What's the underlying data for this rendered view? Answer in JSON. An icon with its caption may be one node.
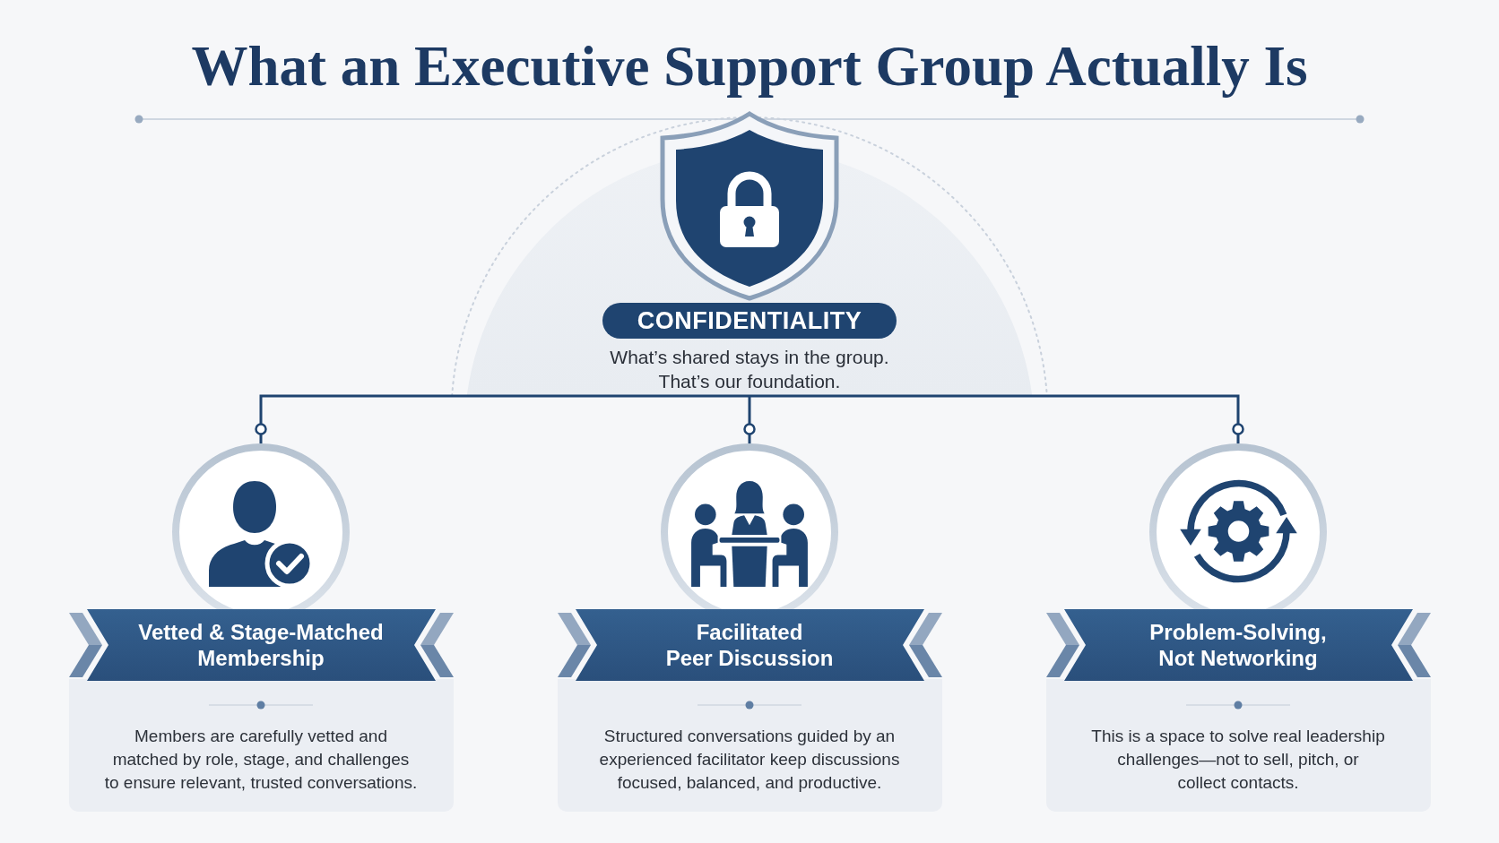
{
  "diagram": {
    "title": "What an Executive Support Group Actually Is",
    "nodes": [
      {
        "text": [
          "CONFIDENTIALITY",
          "What’s shared stays in the group. That’s our foundation."
        ]
      },
      {
        "text": [],
        "shape": "circle"
      },
      {
        "text": [],
        "shape": "circle"
      },
      {
        "text": [],
        "shape": "circle"
      },
      {
        "text": [
          "Vetted & Stage-Matched Membership",
          "Members are carefully vetted and matched by role, stage, and challenges to ensure relevant, trusted conversations."
        ]
      },
      {
        "text": [
          "Facilitated Peer Discussion",
          "Structured conversations guided by an experienced facilitator keep discussions focused, balanced, and productive."
        ]
      },
      {
        "text": [
          "Problem-Solving, Not Networking",
          "This is a space to solve real leadership challenges—not to sell, pitch, or collect contacts."
        ]
      }
    ],
    "edges": [
      {
        "from": 0,
        "to": 1,
        "arrow": "other"
      },
      {
        "from": 0,
        "to": 2,
        "arrow": "other"
      },
      {
        "from": 0,
        "to": 3,
        "arrow": "other"
      }
    ]
  }
}
